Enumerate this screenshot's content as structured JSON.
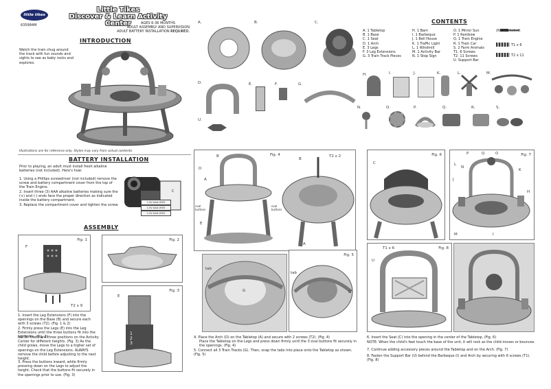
{
  "brand": {
    "logo": "little tikes",
    "title_line1": "Little Tikes",
    "title_line2": "Discover & Learn Activity Center"
  },
  "doc_code": "635984M",
  "ages": "AGES 6-36 MONTHS",
  "assembly_note1": "ADULT ASSEMBLY AND SUPERVISION REQUIRED.",
  "assembly_note2": "ADULT BATTERY INSTALLATION REQUIRED.",
  "intro": {
    "heading": "INTRODUCTION",
    "text": "Watch the train chug around the track with fun sounds and sights to see as baby rocks and explores."
  },
  "illustration_note": "Illustrations are for reference only. Styles may vary from actual contents.",
  "battery": {
    "heading": "BATTERY INSTALLATION",
    "intro": "Prior to playing, an adult must install fresh alkaline batteries (not included). Here's how:",
    "steps": [
      "1. Using a Phillips screwdriver (not included) remove the screw and battery compartment cover from the top of the Train Engine.",
      "2. Insert three (3) AAA alkaline batteries making sure the (+) and (-) ends face the proper direction as indicated inside the battery compartment.",
      "3. Replace the compartment cover and tighten the screw."
    ],
    "battery_labels": [
      "1.5V AAA LR03",
      "1.5V AAA LR03",
      "1.5V AAA LR03"
    ],
    "compartment_label": "C"
  },
  "assembly": {
    "heading": "ASSEMBLY"
  },
  "contents": {
    "heading": "CONTENTS",
    "col1": [
      "A. 1 Tabletop",
      "B. 1 Base",
      "C. 1 Seat",
      "D. 1 Arch",
      "E. 3 Legs",
      "F. 3 Leg Extensions",
      "G. 3 Train Track Pieces"
    ],
    "col2": [
      "H. 1 Barn",
      "I. 1 Barbeque",
      "J. 1 Bell House",
      "K. 1 Traffic Light",
      "L. 1 Windmill",
      "M. 1 Activity Bar",
      "N. 1 Stop Sign"
    ],
    "col3": [
      "O. 1 Mirror Sun",
      "P. 1 Rainbow",
      "Q. 1 Train Engine",
      "R. 1 Train Car",
      "S. 2 Farm Animals",
      "T1. 6 Screws",
      "T2. 11 Screws",
      "U. Support Bar"
    ],
    "tool_note": "(Not included)",
    "t1_label": "T1 x 6",
    "t2_label": "T2 x 11"
  },
  "parts_row1": [
    "A.",
    "B.",
    "C."
  ],
  "parts_row2": [
    "D.",
    "E.",
    "F.",
    "G."
  ],
  "parts_row3": [
    "U."
  ],
  "parts_row4": [
    "H.",
    "I.",
    "J.",
    "K.",
    "L.",
    "M."
  ],
  "parts_row5": [
    "N.",
    "O.",
    "P.",
    "Q.",
    "R.",
    "S."
  ],
  "figs": {
    "fig1": "Fig. 1",
    "fig2": "Fig. 2",
    "fig3": "Fig. 3",
    "fig4": "Fig. 4",
    "fig5": "Fig. 5",
    "fig6": "Fig. 6",
    "fig7": "Fig. 7",
    "fig8": "Fig. 8"
  },
  "fig1_labels": {
    "f": "F",
    "t2": "T2 x 9"
  },
  "fig3_labels": {
    "e": "E",
    "nums": "1\n2\n3"
  },
  "fig4_labels": {
    "b": "B",
    "d": "D",
    "a": "A",
    "e": "E",
    "oval_left": "oval buttons",
    "oval_right": "oval buttons",
    "t2": "T2 x 2",
    "b2": "B",
    "a2": "A"
  },
  "fig5_labels": {
    "tab1": "tab",
    "tab2": "tab",
    "g1": "G",
    "g2": "G"
  },
  "fig6_labels": {
    "c": "C"
  },
  "fig7_labels": [
    "P",
    "Q",
    "O",
    "L",
    "N",
    "K",
    "J",
    "H",
    "M",
    "I"
  ],
  "fig8_labels": {
    "t1": "T1 x 6",
    "u": "U"
  },
  "steps_left": [
    "1. Insert the Leg Extensions (F) into the openings on the Base (B) and secure each with 3 screws (T2). (Fig. 1 & 2)",
    "2. Firmly press the Legs (E) into the Leg Extensions until the three buttons fit into the top holes. (Fig. 3)",
    "NOTE: There are three positions on the Activity Center for different heights. (Fig. 3) As the child grows, move the Legs to a higher set of openings on the Leg Extensions. ALWAYS remove the child before adjusting to the next height.",
    "3. Press the buttons inward, while firmly pressing down on the Legs to adjust the height. Check that the buttons fit securely in the openings prior to use. (Fig. 3)"
  ],
  "steps_mid": [
    "4. Place the Arch (D) on the Tabletop (A) and secure with 2 screws (T2). (Fig. 4)",
    "Place the Tabletop on the Legs and press down firmly until the 3 oval buttons fit securely in the openings. (Fig. 4)",
    "5. Connect all 3 Train Tracks (G). Then, snap the tabs into place onto the Tabletop as shown. (Fig. 5)"
  ],
  "steps_right": [
    "6. Insert the Seat (C) into the opening in the center of the Tabletop. (Fig. 6)",
    "NOTE: When the child's feet touch the base of the unit, it will rock as the child moves or bounces.",
    "7. Continue adding accessory pieces around the Tabletop and on the Arch. (Fig. 7)",
    "8. Fasten the Support Bar (U) behind the Barbeque (I) and Arch by securing with 6 screws (T1). (Fig. 8)"
  ]
}
